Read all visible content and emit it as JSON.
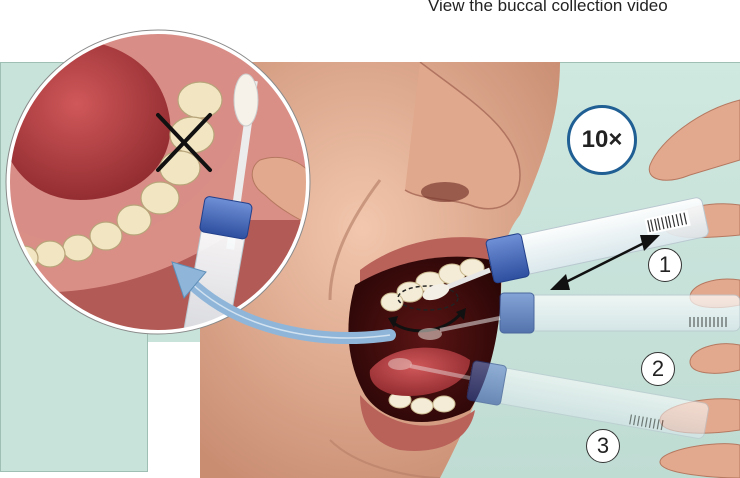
{
  "caption": {
    "text": "View the buccal collection video"
  },
  "badge": {
    "text": "10×"
  },
  "steps": [
    {
      "label": "1"
    },
    {
      "label": "2"
    },
    {
      "label": "3"
    }
  ],
  "colors": {
    "background_panel": "#c7e3da",
    "cap_blue": "#3a63b8",
    "arrow_blue": "#8fb6d9",
    "badge_border": "#1f5f93",
    "skin": "#e8b69a"
  },
  "icons": [
    "cross-mark-icon",
    "double-arrow-icon",
    "curved-arrow-icon",
    "barcode-icon"
  ]
}
